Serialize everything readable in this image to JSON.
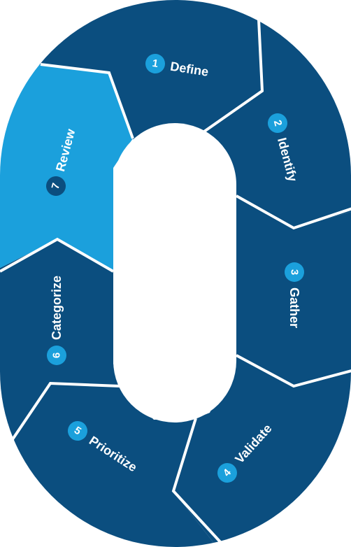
{
  "colors": {
    "segment_dark": "#0b4e7f",
    "segment_highlight": "#1ba0dc",
    "badge_on_dark": "#1ba0dc",
    "badge_on_highlight": "#0b4e7f",
    "divider": "#ffffff"
  },
  "steps": [
    {
      "number": "1",
      "label": "Define"
    },
    {
      "number": "2",
      "label": "Identify"
    },
    {
      "number": "3",
      "label": "Gather"
    },
    {
      "number": "4",
      "label": "Validate"
    },
    {
      "number": "5",
      "label": "Prioritize"
    },
    {
      "number": "6",
      "label": "Categorize"
    },
    {
      "number": "7",
      "label": "Review",
      "highlighted": true
    }
  ]
}
